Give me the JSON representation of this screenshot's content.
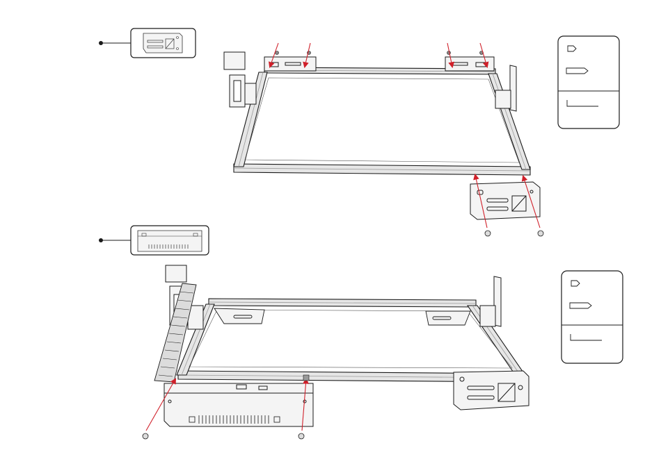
{
  "diagram": {
    "steps": [
      {
        "id": "step-1",
        "callout_part": "side-plate-thumbnail",
        "fasteners_shown": 6
      },
      {
        "id": "step-2",
        "callout_part": "front-cover-plate-thumbnail",
        "fasteners_shown": 2
      }
    ],
    "colors": {
      "line": "#1a1a1a",
      "accent": "#d0202a",
      "panel_fill": "#ffffff",
      "part_fill": "#f4f4f4",
      "rail_fill": "#e6e6e6",
      "rail_dark": "#9a9a9a"
    },
    "icons": {
      "parts_legend": [
        "short-screw-icon",
        "long-screw-icon",
        "hex-key-icon"
      ],
      "arrow": "red-arrow-icon",
      "fastener": "nut-icon"
    }
  }
}
